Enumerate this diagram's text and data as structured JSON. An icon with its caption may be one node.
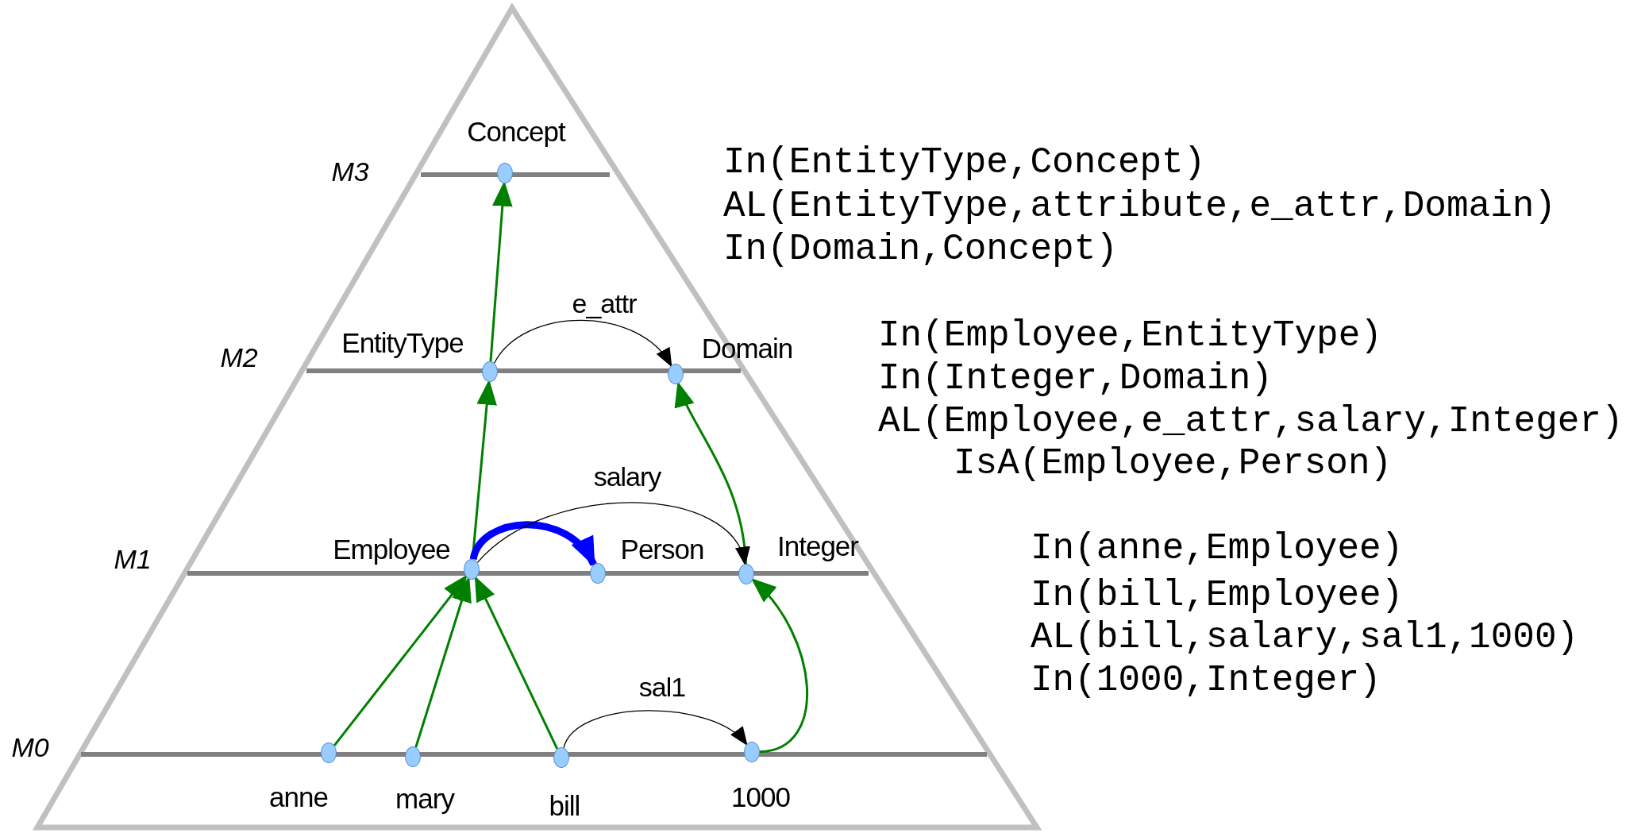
{
  "diagram": {
    "nodes": [
      {
        "text": [
          "Concept"
        ]
      },
      {
        "text": [
          "EntityType"
        ]
      },
      {
        "text": [
          "Domain"
        ]
      },
      {
        "text": [
          "Employee"
        ]
      },
      {
        "text": [
          "Person"
        ]
      },
      {
        "text": [
          "Integer"
        ]
      },
      {
        "text": [
          "anne"
        ]
      },
      {
        "text": [
          "mary"
        ]
      },
      {
        "text": [
          "bill"
        ]
      },
      {
        "text": [
          "1000"
        ]
      }
    ],
    "edges": [
      {
        "from": 1,
        "to": 0,
        "arrow": "to"
      },
      {
        "from": 1,
        "to": 2,
        "arrow": "to",
        "label": "e_attr",
        "color": "#000000"
      },
      {
        "from": 3,
        "to": 1,
        "arrow": "to"
      },
      {
        "from": 5,
        "to": 2,
        "arrow": "to"
      },
      {
        "from": 3,
        "to": 4,
        "arrow": "to",
        "style": "thick",
        "color": "#0000ff"
      },
      {
        "from": 3,
        "to": 5,
        "arrow": "to",
        "label": "salary",
        "color": "#000000"
      },
      {
        "from": 6,
        "to": 3,
        "arrow": "to"
      },
      {
        "from": 7,
        "to": 3,
        "arrow": "to"
      },
      {
        "from": 8,
        "to": 3,
        "arrow": "to"
      },
      {
        "from": 8,
        "to": 9,
        "arrow": "to",
        "label": "sal1",
        "color": "#000000"
      },
      {
        "from": 9,
        "to": 5,
        "arrow": "to"
      }
    ],
    "labels": [
      "M3",
      "M2",
      "M1",
      "M0",
      "In(EntityType,Concept)",
      "AL(EntityType,attribute,e_attr,Domain)",
      "In(Domain,Concept)",
      "In(Employee,EntityType)",
      "In(Integer,Domain)",
      "AL(Employee,e_attr,salary,Integer)",
      "IsA(Employee,Person)",
      "In(anne,Employee)",
      "In(bill,Employee)",
      "AL(bill,salary,sal1,1000)",
      "In(1000,Integer)"
    ]
  }
}
